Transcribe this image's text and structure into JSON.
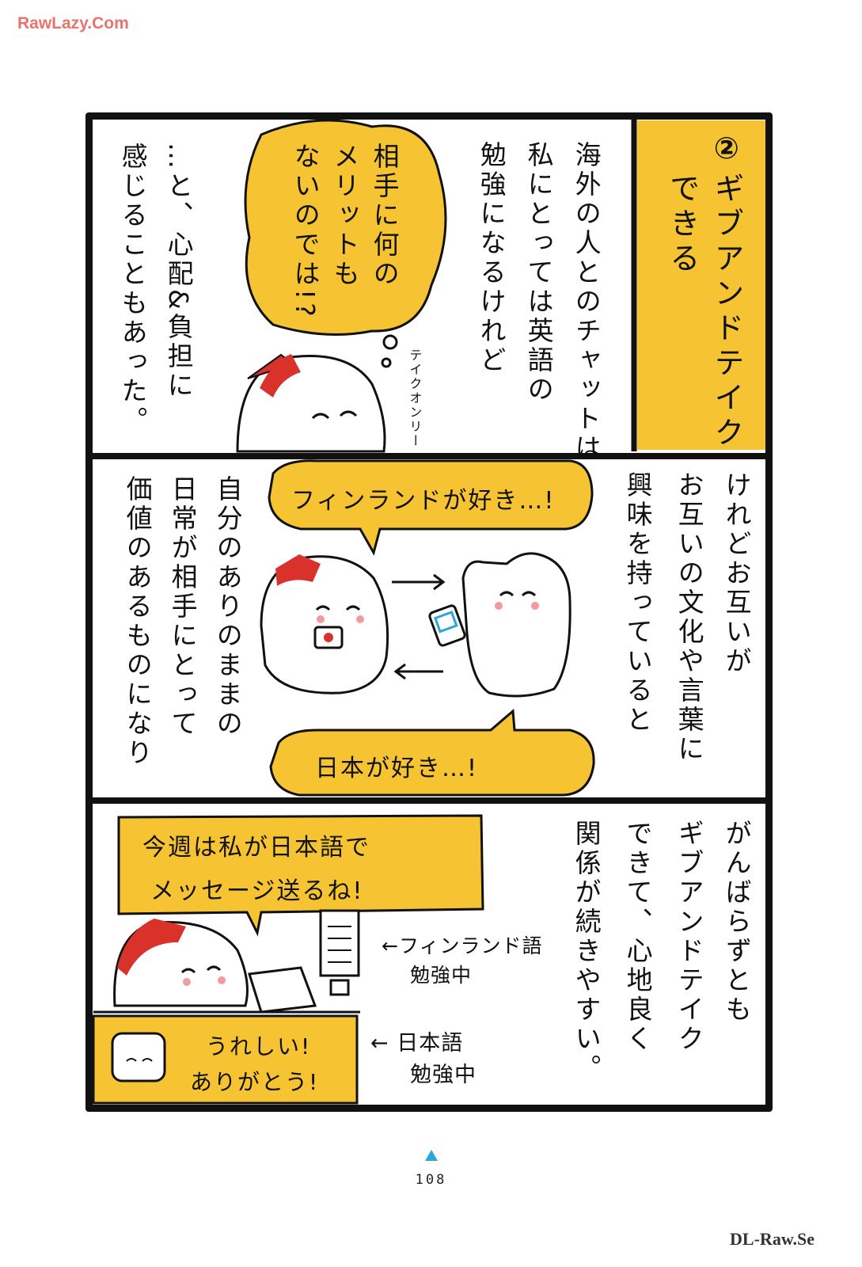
{
  "watermark_top": "RawLazy.Com",
  "watermark_bottom": "DL-Raw.Se",
  "page_number": "108",
  "colors": {
    "accent": "#f6c433",
    "ink": "#111111",
    "red": "#d9322b",
    "blue": "#2aa7d8"
  },
  "panel1": {
    "title_number": "②",
    "title_line1": "ギブアンドテイク",
    "title_line2": "できる",
    "narration_1": "海外の人とのチャットは",
    "narration_2": "私にとっては英語の",
    "narration_3": "勉強になるけれど",
    "thought_1": "相手に何の",
    "thought_2": "メリットも",
    "thought_3": "ないのでは!?",
    "sfx": "テイクオンリー",
    "closing_1": "…と、心配&負担に",
    "closing_2": "感じることもあった。"
  },
  "panel2": {
    "narration_1": "けれどお互いが",
    "narration_2": "お互いの文化や言葉に",
    "narration_3": "興味を持っていると",
    "bubble_top": "フィンランドが好き…!",
    "bubble_bottom": "日本が好き…!",
    "conclusion_1": "自分のありのままの",
    "conclusion_2": "日常が相手にとって",
    "conclusion_3": "価値のあるものになり"
  },
  "panel3": {
    "narration_1": "がんばらずとも",
    "narration_2": "ギブアンドテイク",
    "narration_3": "できて、心地良く",
    "narration_4": "関係が続きやすい。",
    "speech_line1": "今週は私が日本語で",
    "speech_line2": "メッセージ送るね!",
    "label_finnish_1": "←フィンランド語",
    "label_finnish_2": "勉強中",
    "label_japanese_1": "← 日本語",
    "label_japanese_2": "勉強中",
    "reply_1": "うれしい!",
    "reply_2": "ありがとう!"
  }
}
